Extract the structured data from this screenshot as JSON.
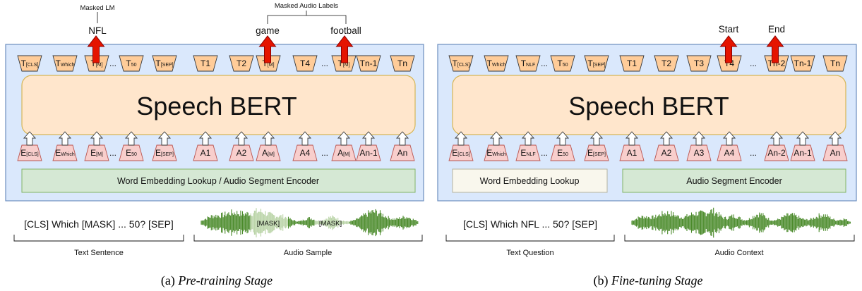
{
  "pretraining": {
    "caption_prefix": "(a)",
    "caption_title": "Pre-training Stage",
    "model_label": "Speech BERT",
    "encoder_label": "Word Embedding Lookup / Audio Segment Encoder",
    "masked_lm_label": "Masked LM",
    "masked_audio_label": "Masked Audio Labels",
    "predictions": [
      "NFL",
      "game",
      "football"
    ],
    "text_input": "[CLS] Which [MASK] ...  50? [SEP]",
    "text_group_label": "Text Sentence",
    "audio_group_label": "Audio Sample",
    "audio_masks": [
      "[MASK]",
      "[MASK]"
    ],
    "outputs": [
      {
        "main": "T",
        "sub": "[CLS]"
      },
      {
        "main": "T",
        "sub": "Which"
      },
      {
        "main": "T",
        "sub": "[M]"
      },
      {
        "main": "...",
        "sub": ""
      },
      {
        "main": "T",
        "sub": "50"
      },
      {
        "main": "T",
        "sub": "[SEP]"
      },
      {
        "main": "T1",
        "sub": ""
      },
      {
        "main": "T2",
        "sub": ""
      },
      {
        "main": "T",
        "sub": "[M]"
      },
      {
        "main": "T4",
        "sub": ""
      },
      {
        "main": "...",
        "sub": ""
      },
      {
        "main": "T",
        "sub": "[M]"
      },
      {
        "main": "Tn-1",
        "sub": ""
      },
      {
        "main": "Tn",
        "sub": ""
      }
    ],
    "inputs": [
      {
        "main": "E",
        "sub": "[CLS]"
      },
      {
        "main": "E",
        "sub": "Which"
      },
      {
        "main": "E",
        "sub": "[M]"
      },
      {
        "main": "...",
        "sub": ""
      },
      {
        "main": "E",
        "sub": "50"
      },
      {
        "main": "E",
        "sub": "[SEP]"
      },
      {
        "main": "A1",
        "sub": ""
      },
      {
        "main": "A2",
        "sub": ""
      },
      {
        "main": "A",
        "sub": "[M]"
      },
      {
        "main": "A4",
        "sub": ""
      },
      {
        "main": "...",
        "sub": ""
      },
      {
        "main": "A",
        "sub": "[M]"
      },
      {
        "main": "An-1",
        "sub": ""
      },
      {
        "main": "An",
        "sub": ""
      }
    ]
  },
  "finetuning": {
    "caption_prefix": "(b)",
    "caption_title": "Fine-tuning Stage",
    "model_label": "Speech BERT",
    "word_encoder_label": "Word Embedding Lookup",
    "audio_encoder_label": "Audio Segment Encoder",
    "predictions": [
      "Start",
      "End"
    ],
    "text_input": "[CLS] Which NFL ...  50? [SEP]",
    "text_group_label": "Text Question",
    "audio_group_label": "Audio Context",
    "outputs": [
      {
        "main": "T",
        "sub": "[CLS]"
      },
      {
        "main": "T",
        "sub": "Which"
      },
      {
        "main": "T",
        "sub": "NLF"
      },
      {
        "main": "...",
        "sub": ""
      },
      {
        "main": "T",
        "sub": "50"
      },
      {
        "main": "T",
        "sub": "[SEP]"
      },
      {
        "main": "T1",
        "sub": ""
      },
      {
        "main": "T2",
        "sub": ""
      },
      {
        "main": "T3",
        "sub": ""
      },
      {
        "main": "T4",
        "sub": ""
      },
      {
        "main": "...",
        "sub": ""
      },
      {
        "main": "Tn-2",
        "sub": ""
      },
      {
        "main": "Tn-1",
        "sub": ""
      },
      {
        "main": "Tn",
        "sub": ""
      }
    ],
    "inputs": [
      {
        "main": "E",
        "sub": "[CLS]"
      },
      {
        "main": "E",
        "sub": "Which"
      },
      {
        "main": "E",
        "sub": "NLF"
      },
      {
        "main": "...",
        "sub": ""
      },
      {
        "main": "E",
        "sub": "50"
      },
      {
        "main": "E",
        "sub": "[SEP]"
      },
      {
        "main": "A1",
        "sub": ""
      },
      {
        "main": "A2",
        "sub": ""
      },
      {
        "main": "A3",
        "sub": ""
      },
      {
        "main": "A4",
        "sub": ""
      },
      {
        "main": "...",
        "sub": ""
      },
      {
        "main": "An-2",
        "sub": ""
      },
      {
        "main": "An-1",
        "sub": ""
      },
      {
        "main": "An",
        "sub": ""
      }
    ]
  },
  "colors": {
    "panel_bg": "#dae8fc",
    "panel_border": "#6c8ebf",
    "model_bg": "#ffe6cc",
    "model_border": "#d6b656",
    "encoder_bg": "#d5e8d4",
    "word_encoder_bg": "#f9f7ed",
    "output_token_bg": "#ffcc99",
    "input_token_bg": "#f8cecc",
    "arrow_red": "#e51400",
    "waveform": "#4a8a2a"
  }
}
